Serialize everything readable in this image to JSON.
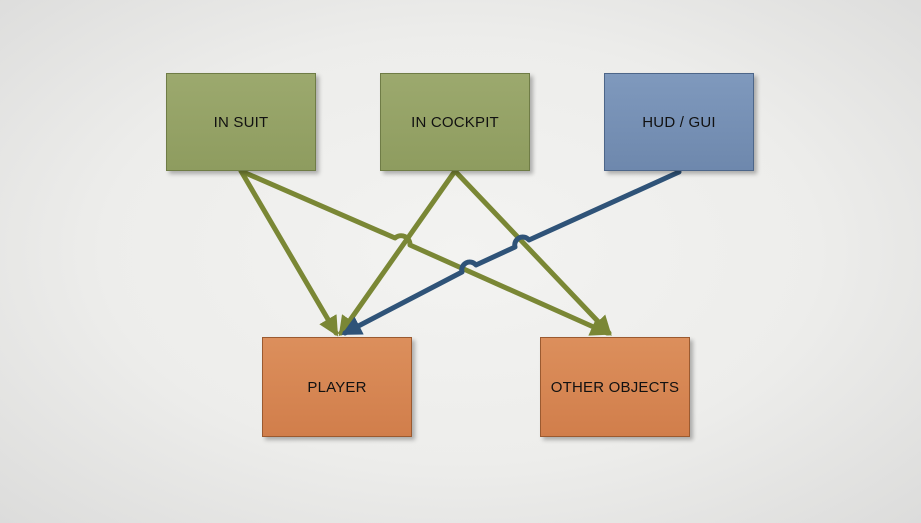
{
  "diagram": {
    "nodes": {
      "in_suit": {
        "label": "IN SUIT",
        "color": "#95a366"
      },
      "in_cockpit": {
        "label": "IN COCKPIT",
        "color": "#95a366"
      },
      "hud_gui": {
        "label": "HUD / GUI",
        "color": "#7690b5"
      },
      "player": {
        "label": "PLAYER",
        "color": "#d68553"
      },
      "other_objects": {
        "label": "OTHER OBJECTS",
        "color": "#d68553"
      }
    },
    "edges": [
      {
        "from": "in_suit",
        "to": "player",
        "color": "#7a8735"
      },
      {
        "from": "in_suit",
        "to": "other_objects",
        "color": "#7a8735"
      },
      {
        "from": "in_cockpit",
        "to": "player",
        "color": "#7a8735"
      },
      {
        "from": "in_cockpit",
        "to": "other_objects",
        "color": "#7a8735"
      },
      {
        "from": "hud_gui",
        "to": "player",
        "color": "#2f5378"
      }
    ]
  }
}
